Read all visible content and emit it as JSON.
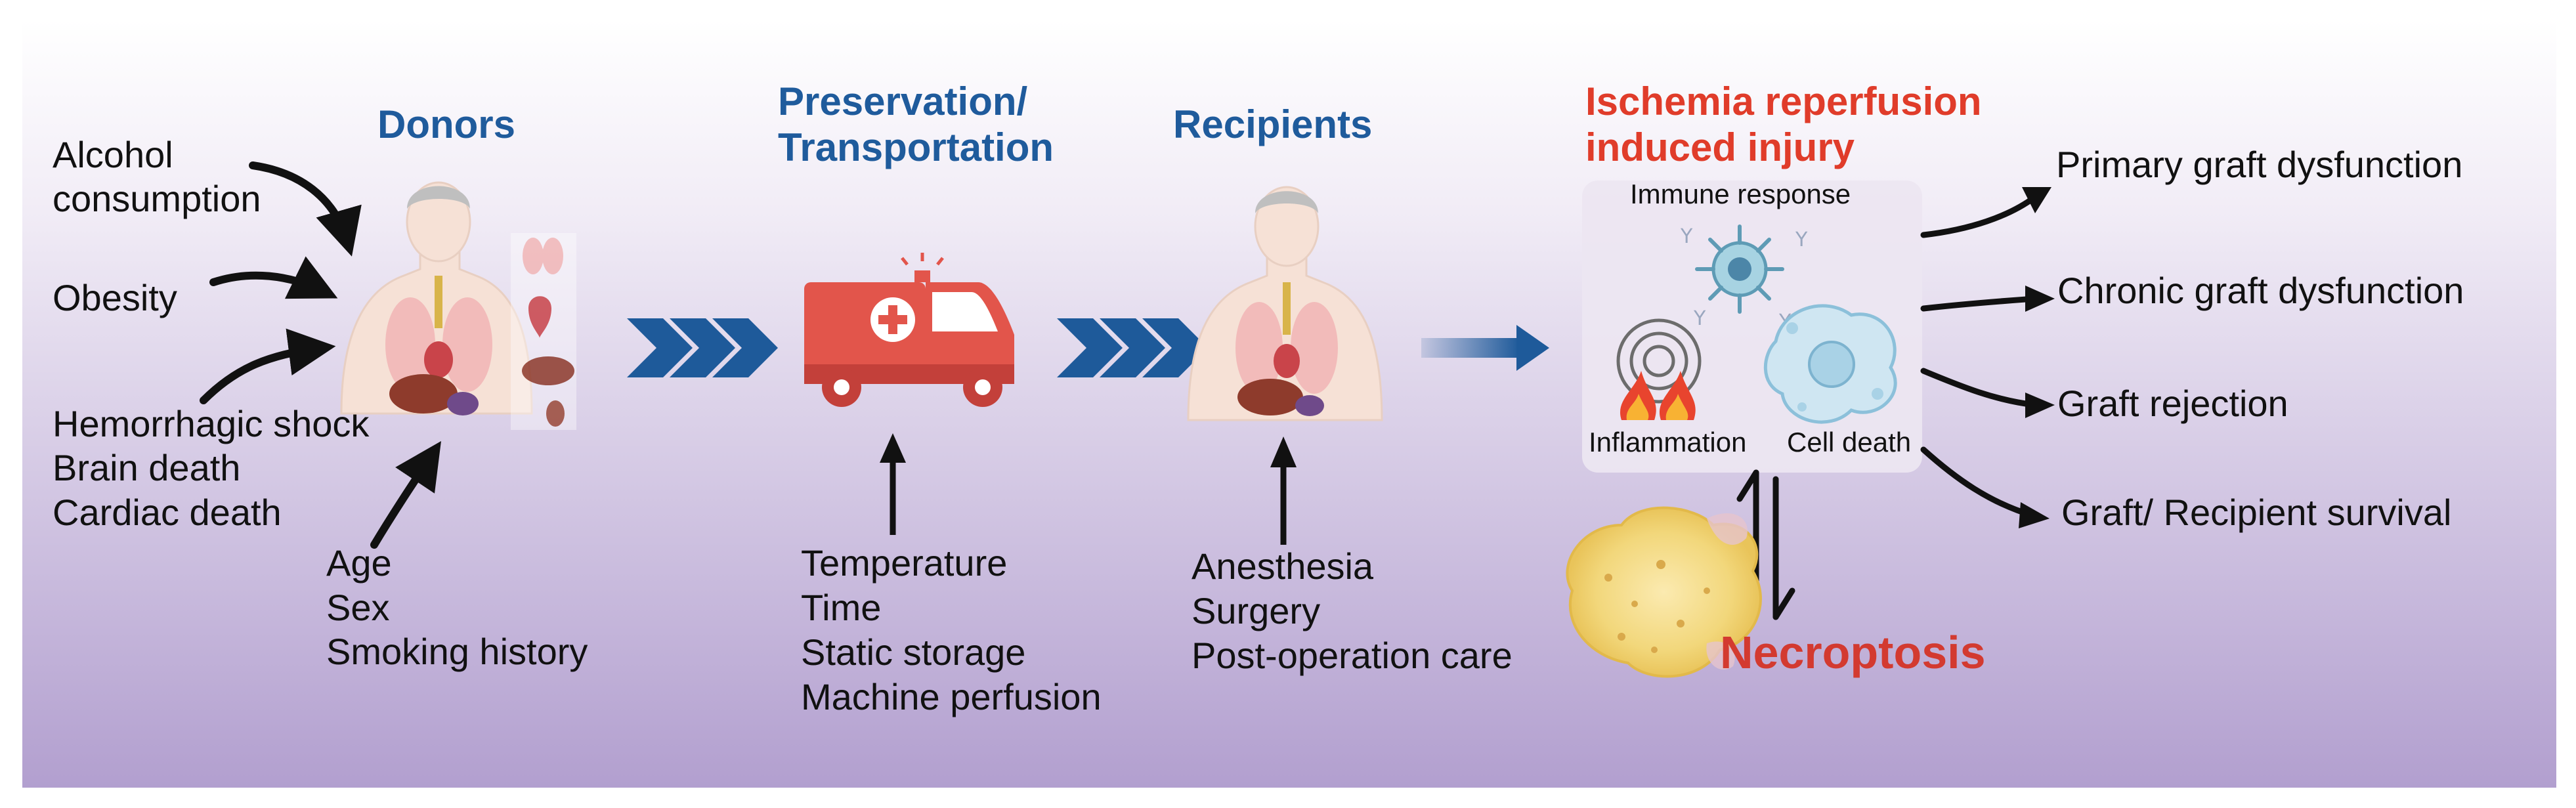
{
  "donors": {
    "title": "Donors",
    "factors_left": [
      "Alcohol",
      "consumption",
      "Obesity",
      "Hemorrhagic shock",
      "Brain death",
      "Cardiac death"
    ],
    "factors_bottom": [
      "Age",
      "Sex",
      "Smoking history"
    ]
  },
  "preservation": {
    "title_line1": "Preservation/",
    "title_line2": "Transportation",
    "factors": [
      "Temperature",
      "Time",
      "Static storage",
      "Machine perfusion"
    ]
  },
  "recipients": {
    "title": "Recipients",
    "factors": [
      "Anesthesia",
      "Surgery",
      "Post-operation care"
    ]
  },
  "iri": {
    "title_line1": "Ischemia reperfusion",
    "title_line2": "induced injury",
    "immune_response": "Immune response",
    "inflammation": "Inflammation",
    "cell_death": "Cell death"
  },
  "outcomes": [
    "Primary graft dysfunction",
    "Chronic graft dysfunction",
    "Graft rejection",
    "Graft/ Recipient survival"
  ],
  "necroptosis": "Necroptosis",
  "colors": {
    "heading_blue": "#1f5b9c",
    "heading_red": "#e03c2a",
    "ambulance_red": "#e2554b",
    "chevron_blue": "#1e5a9a",
    "background_top": "#f4f0f8",
    "background_bottom": "#b6a3d2"
  }
}
